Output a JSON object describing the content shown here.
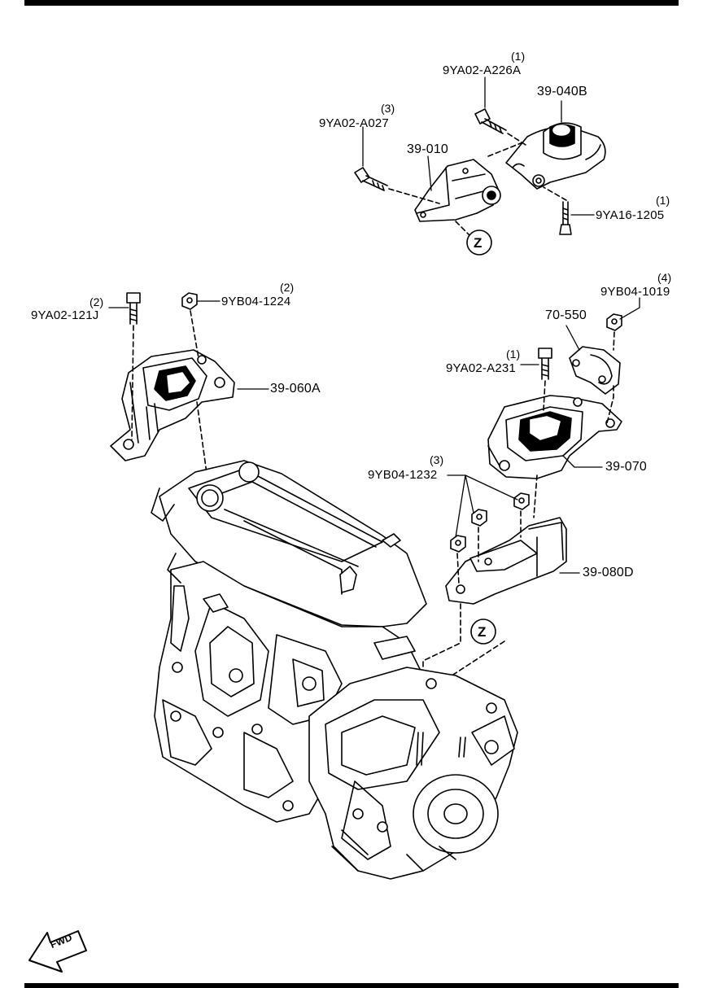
{
  "callouts": {
    "p39_040B": "39-040B",
    "p39_010": "39-010",
    "p9YA02_A226A": {
      "num": "9YA02-A226A",
      "qty": "(1)"
    },
    "p9YA02_A027": {
      "num": "9YA02-A027",
      "qty": "(3)"
    },
    "p9YA16_1205": {
      "num": "9YA16-1205",
      "qty": "(1)"
    },
    "p9YA02_121J": {
      "num": "9YA02-121J",
      "qty": "(2)"
    },
    "p9YB04_1224": {
      "num": "9YB04-1224",
      "qty": "(2)"
    },
    "p39_060A": "39-060A",
    "p9YB04_1019": {
      "num": "9YB04-1019",
      "qty": "(4)"
    },
    "p70_550": "70-550",
    "p9YA02_A231": {
      "num": "9YA02-A231",
      "qty": "(1)"
    },
    "p39_070": "39-070",
    "p9YB04_1232": {
      "num": "9YB04-1232",
      "qty": "(3)"
    },
    "p39_080D": "39-080D"
  },
  "reference_marker": "Z",
  "fwd_label": "FWD",
  "icons": [
    "fwd-arrow-icon"
  ]
}
